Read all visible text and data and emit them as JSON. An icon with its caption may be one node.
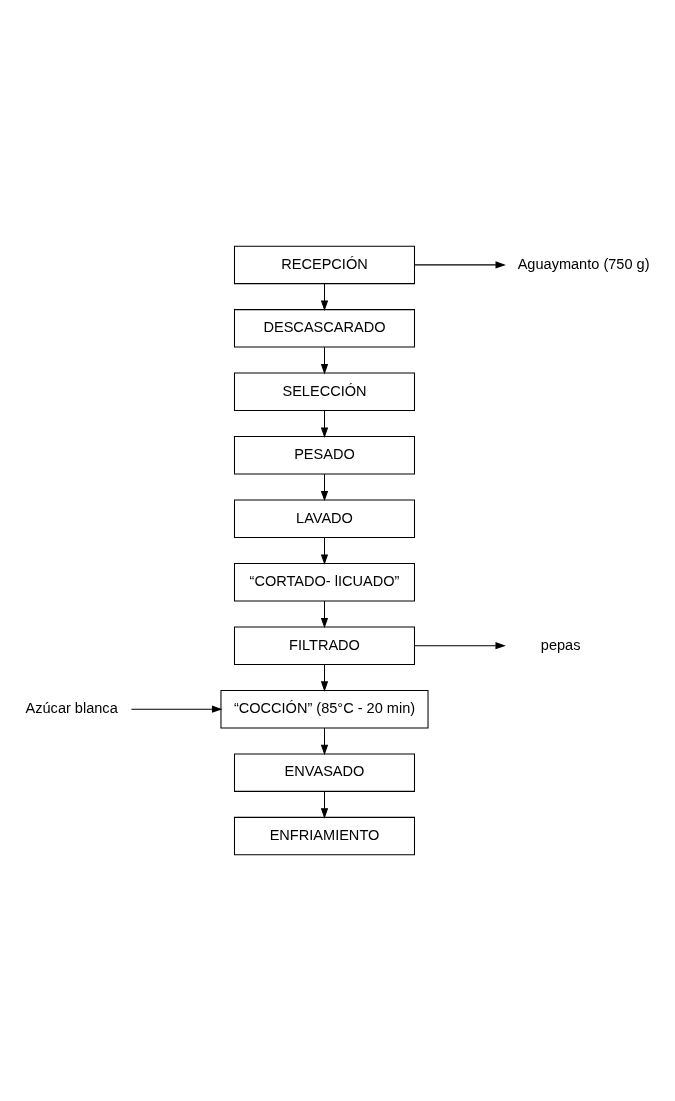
{
  "diagram": {
    "nodes": [
      {
        "text": [
          "RECEPCIÓN"
        ]
      },
      {
        "text": [
          "Aguaymanto (750 g)"
        ]
      },
      {
        "text": [
          "DESCASCARADO"
        ]
      },
      {
        "text": [
          "SELECCIÓN"
        ]
      },
      {
        "text": [
          "PESADO"
        ]
      },
      {
        "text": [
          "LAVADO"
        ]
      },
      {
        "text": [
          "“CORTADO- lICUADO”"
        ]
      },
      {
        "text": [
          "FILTRADO"
        ]
      },
      {
        "text": [
          "pepas"
        ]
      },
      {
        "text": [
          "“COCCIÓN” (85°C - 20 min)"
        ]
      },
      {
        "text": [
          "Azúcar blanca"
        ]
      },
      {
        "text": [
          "ENVASADO"
        ]
      },
      {
        "text": [
          "ENFRIAMIENTO"
        ]
      }
    ],
    "edges": [
      {
        "from": 0,
        "to": 1,
        "arrow": "to"
      },
      {
        "from": 0,
        "to": 2,
        "arrow": "to"
      },
      {
        "from": 2,
        "to": 3,
        "arrow": "to"
      },
      {
        "from": 3,
        "to": 4,
        "arrow": "to"
      },
      {
        "from": 4,
        "to": 5,
        "arrow": "to"
      },
      {
        "from": 5,
        "to": 6,
        "arrow": "to"
      },
      {
        "from": 6,
        "to": 7,
        "arrow": "to"
      },
      {
        "from": 7,
        "to": 8,
        "arrow": "to"
      },
      {
        "from": 7,
        "to": 9,
        "arrow": "to"
      },
      {
        "from": 10,
        "to": 9,
        "arrow": "to"
      },
      {
        "from": 9,
        "to": 11,
        "arrow": "to"
      },
      {
        "from": 11,
        "to": 12,
        "arrow": "to"
      }
    ]
  }
}
